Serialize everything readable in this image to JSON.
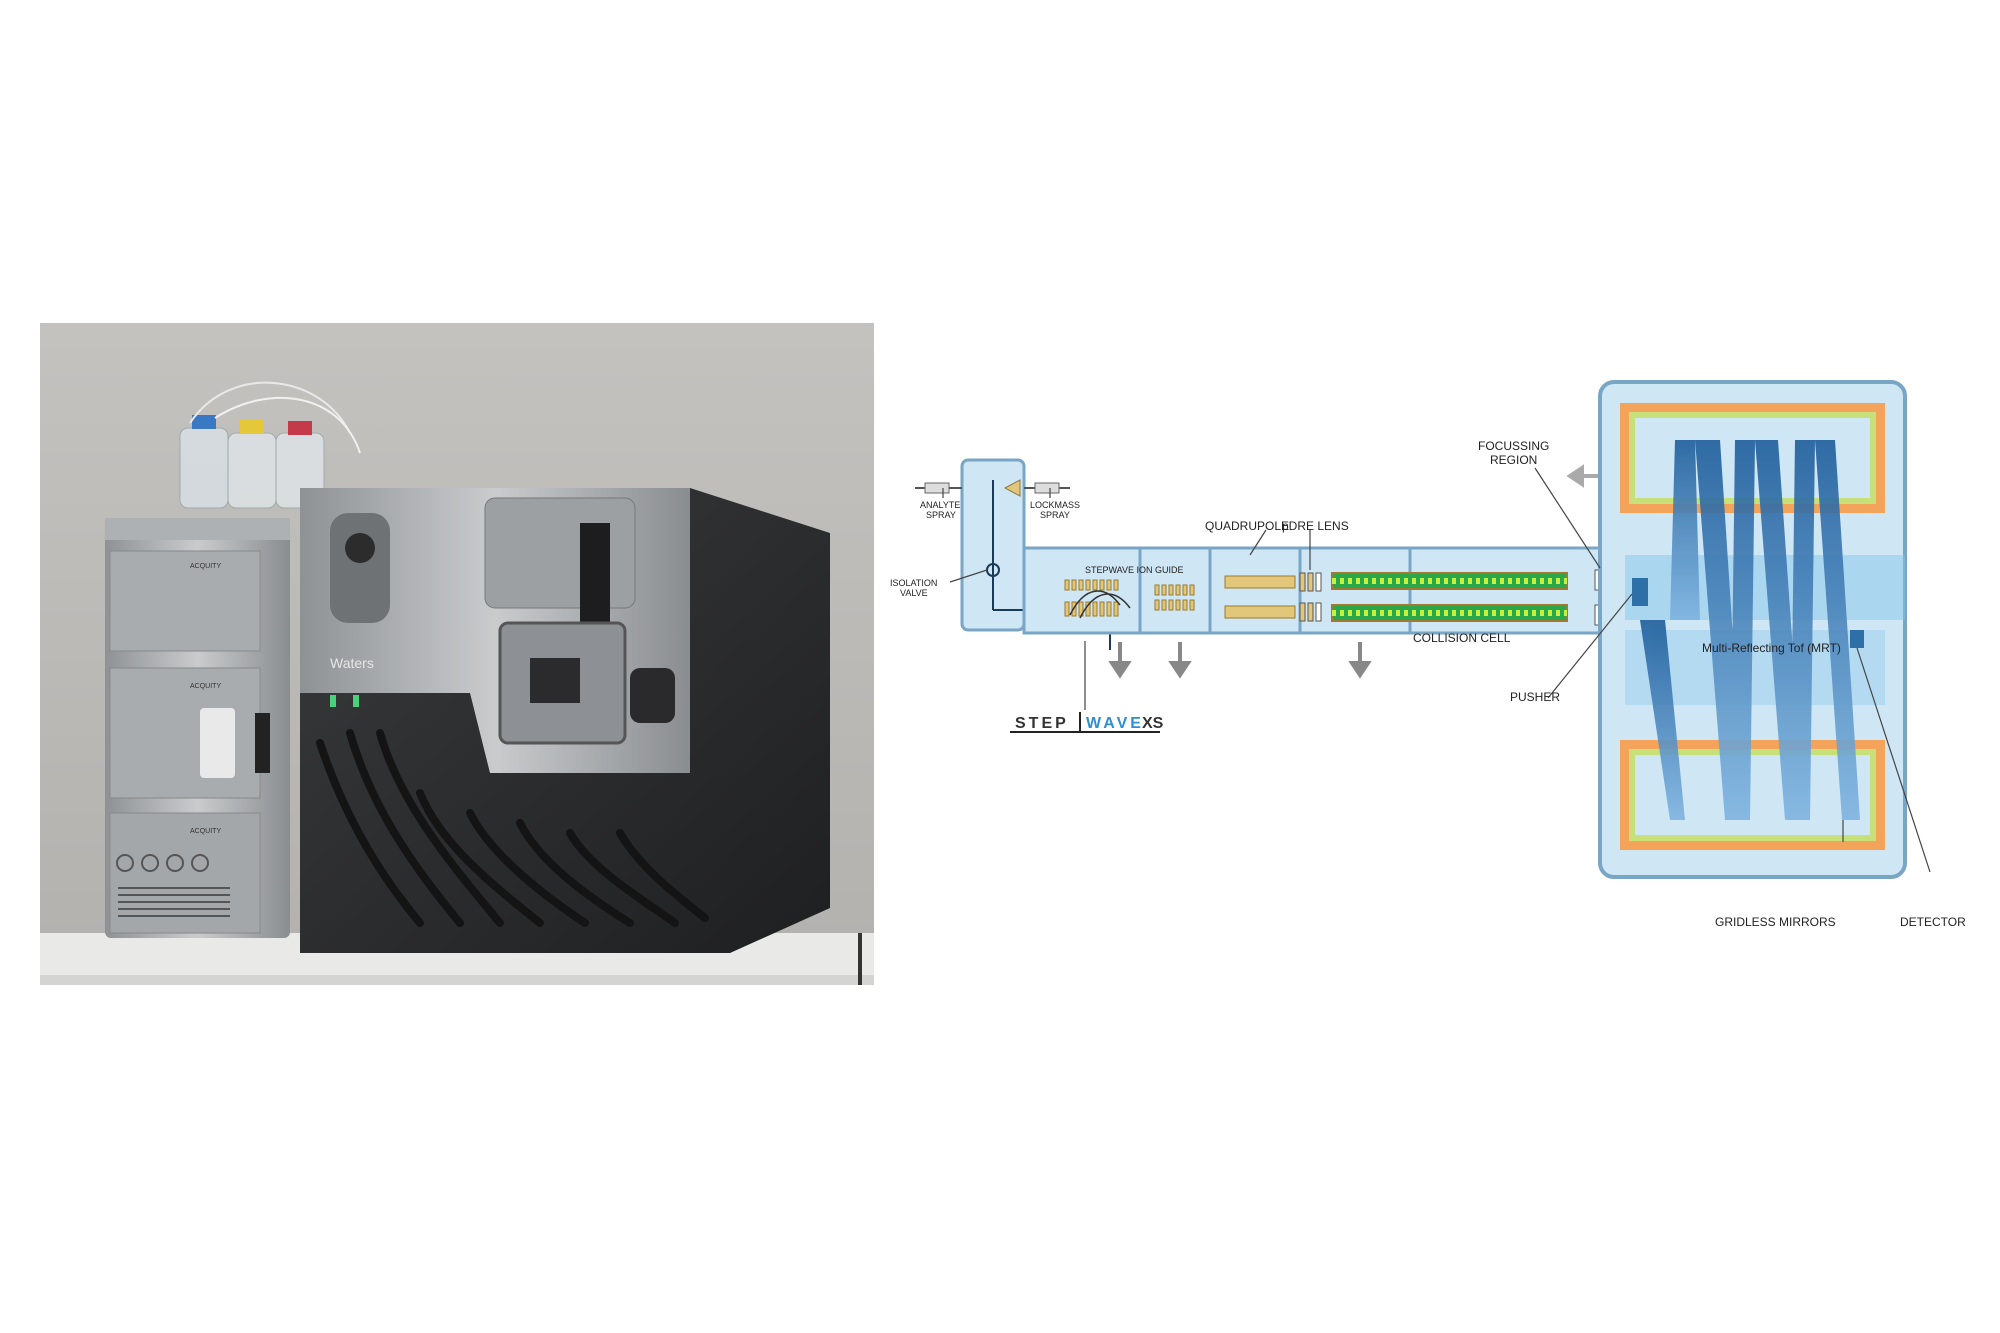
{
  "photo": {
    "brand_text": "Waters",
    "modules": [
      "ACQUITY",
      "ACQUITY",
      "ACQUITY"
    ]
  },
  "diagram": {
    "labels": {
      "analyte_spray": [
        "ANALYTE",
        "SPRAY"
      ],
      "lockmass_spray": [
        "LOCKMASS",
        "SPRAY"
      ],
      "isolation_valve": [
        "ISOLATION",
        "VALVE"
      ],
      "stepwave_ion_guide": "STEPWAVE ION GUIDE",
      "quadrupole": "QUADRUPOLE",
      "pdre_lens": "pDRE LENS",
      "collision_cell": "COLLISION CELL",
      "focussing_region": [
        "FOCUSSING",
        "REGION"
      ],
      "pusher": "PUSHER",
      "mrt": "Multi-Reflecting Tof (MRT)",
      "gridless_mirrors": "GRIDLESS MIRRORS",
      "detector": "DETECTOR"
    },
    "logo": {
      "part1": "STEP",
      "part2": "WAVE",
      "part3": "XS"
    },
    "colors": {
      "housing": "#cfe6f5",
      "housing_stroke": "#7aa6c6",
      "collision_cell": "#2aa84a",
      "collision_dots": "#c8f03c",
      "quadrupole_rods": "#e2c77a",
      "mirror_green": "#c7e07a",
      "mirror_orange": "#f3a35a",
      "flight_path": "#2f6fa8",
      "logo_accent": "#2f8fd0"
    }
  }
}
